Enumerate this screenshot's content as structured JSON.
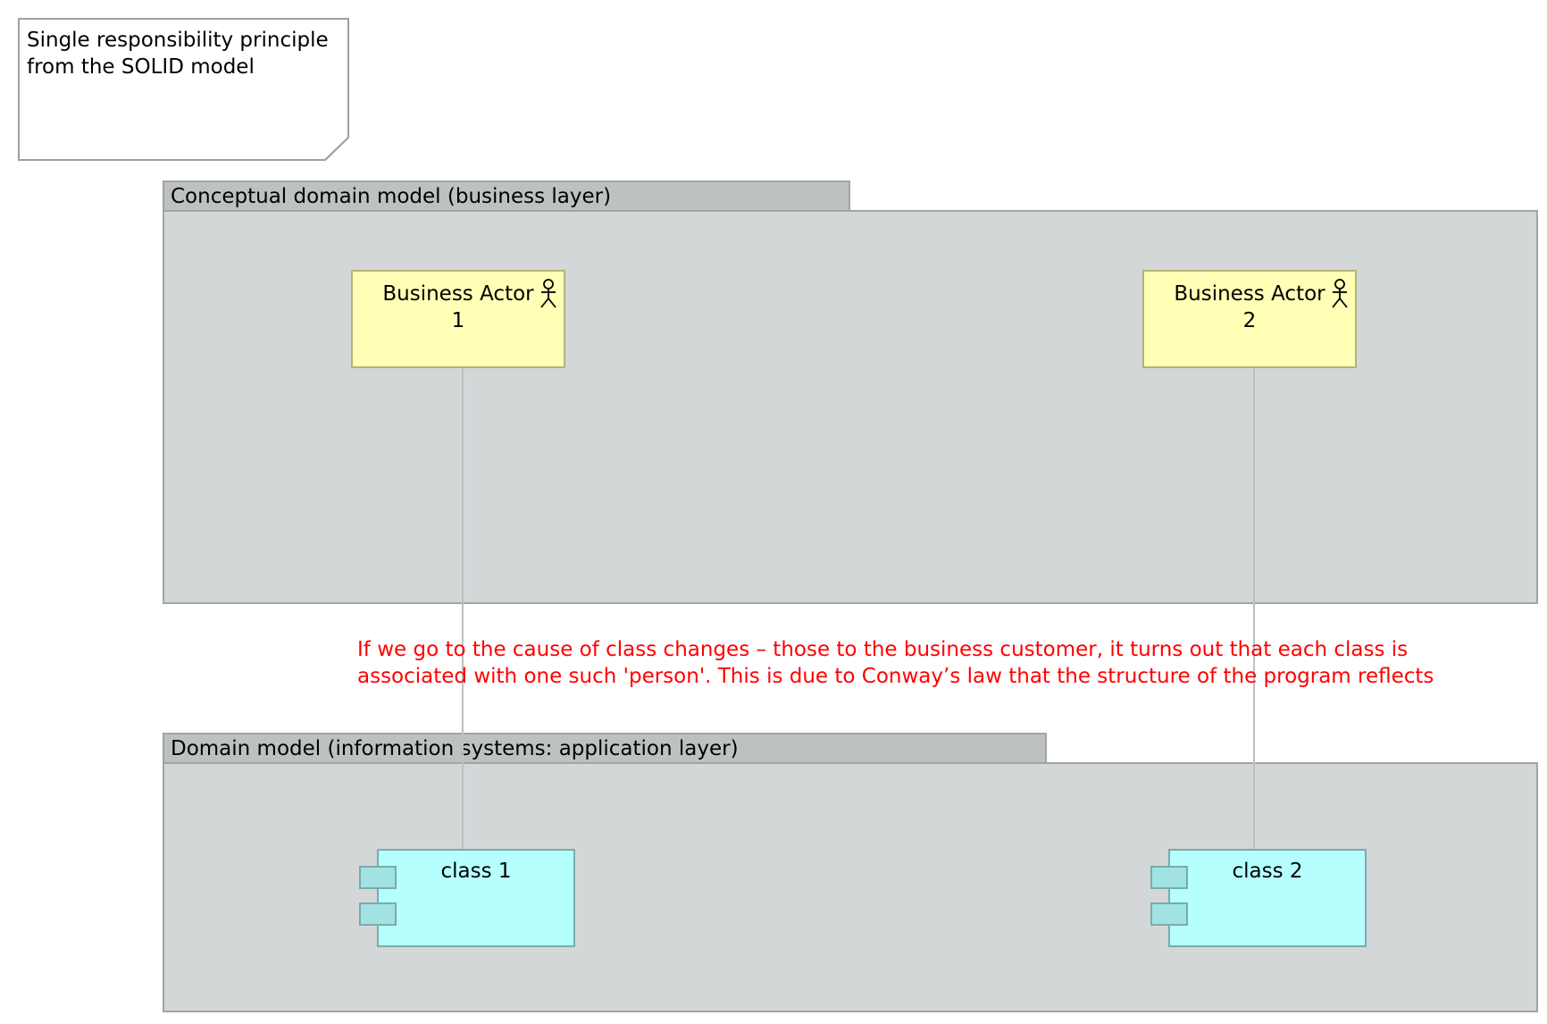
{
  "note": {
    "line1": "Single responsibility principle",
    "line2": "from the SOLID model"
  },
  "groups": {
    "business": {
      "title": "Conceptual domain model (business layer)"
    },
    "application": {
      "title": "Domain model (information systems: application layer)"
    }
  },
  "actors": [
    {
      "line1": "Business Actor",
      "line2": "1",
      "icon": "actor-stick-figure-icon"
    },
    {
      "line1": "Business Actor",
      "line2": "2",
      "icon": "actor-stick-figure-icon"
    }
  ],
  "components": [
    {
      "label": "class 1",
      "icon": "component-icon"
    },
    {
      "label": "class 2",
      "icon": "component-icon"
    }
  ],
  "annotation": {
    "line1": "If we go to the cause of class changes – those to the business customer, it turns out that each class is",
    "line2": "associated with one such 'person'. This is due to Conway’s law that the structure of the program reflects"
  },
  "colors": {
    "actor_fill": "#ffffb5",
    "component_fill": "#b5ffff",
    "group_fill": "#d3d7d8",
    "group_tab": "#bdc1c2",
    "annotation_text": "#ff0000",
    "connector": "#c0c0c0"
  }
}
